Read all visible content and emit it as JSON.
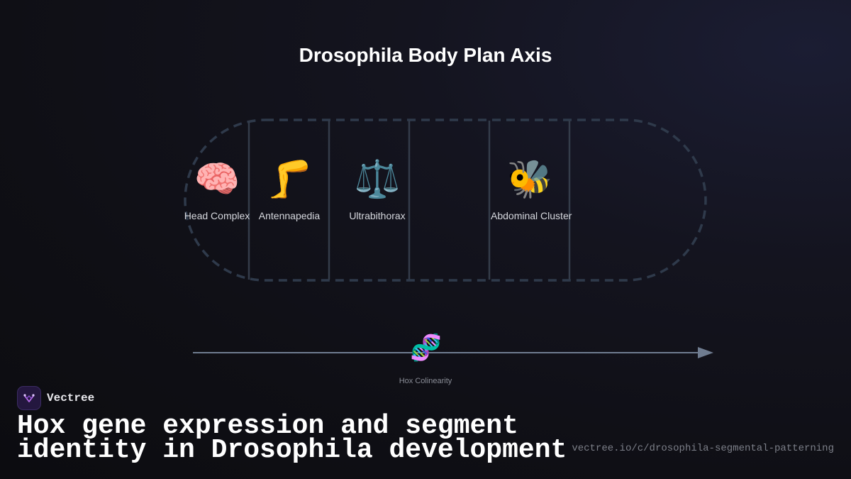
{
  "diagram": {
    "title": "Drosophila Body Plan Axis",
    "segments": [
      {
        "label": "Head Complex",
        "icon": "brain-icon",
        "glyph": "🧠"
      },
      {
        "label": "Antennapedia",
        "icon": "leg-icon",
        "glyph": "🦵"
      },
      {
        "label": "Ultrabithorax",
        "icon": "balance-scale-icon",
        "glyph": "⚖️"
      },
      {
        "label": "",
        "icon": "",
        "glyph": ""
      },
      {
        "label": "Abdominal Cluster",
        "icon": "bee-icon",
        "glyph": "🐝"
      }
    ],
    "axis": {
      "label": "Hox Colinearity",
      "icon": "dna-icon",
      "glyph": "🧬"
    },
    "colors": {
      "outline": "#2f3a4b",
      "axis": "#6f7c90",
      "divider": "#343c4a"
    }
  },
  "footer": {
    "brand": "Vectree",
    "headline_line1": "Hox gene expression and segment",
    "headline_line2": "identity in Drosophila development",
    "url": "vectree.io/c/drosophila-segmental-patterning"
  }
}
